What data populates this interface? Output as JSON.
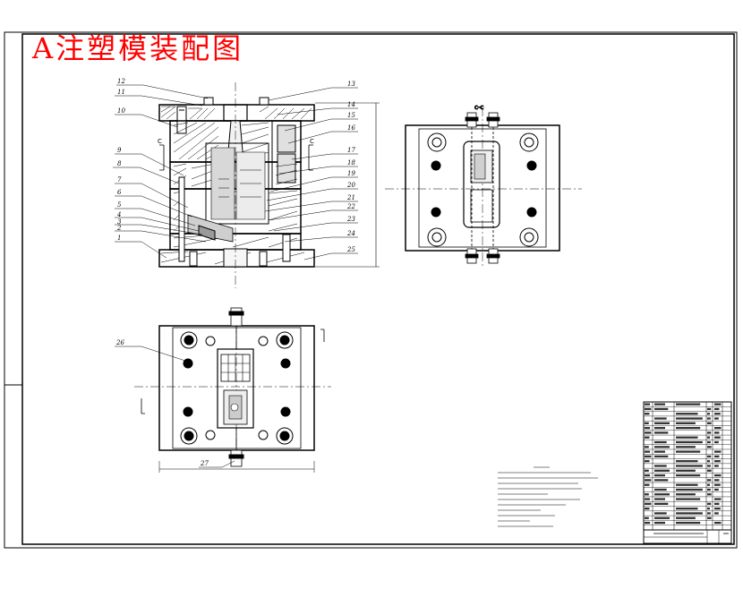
{
  "drawing": {
    "title": "A注塑模装配图"
  },
  "part_callouts_left": [
    "12",
    "11",
    "10",
    "9",
    "8",
    "7",
    "6",
    "5",
    "4",
    "3",
    "2",
    "1"
  ],
  "part_callouts_right": [
    "13",
    "14",
    "15",
    "16",
    "17",
    "18",
    "19",
    "20",
    "21",
    "22",
    "23",
    "24",
    "25"
  ],
  "callout_top_plan": "26",
  "callout_bottom_dim": "27",
  "section_marks": {
    "cc": "c-c",
    "c_left": "C",
    "c_right": "C"
  }
}
